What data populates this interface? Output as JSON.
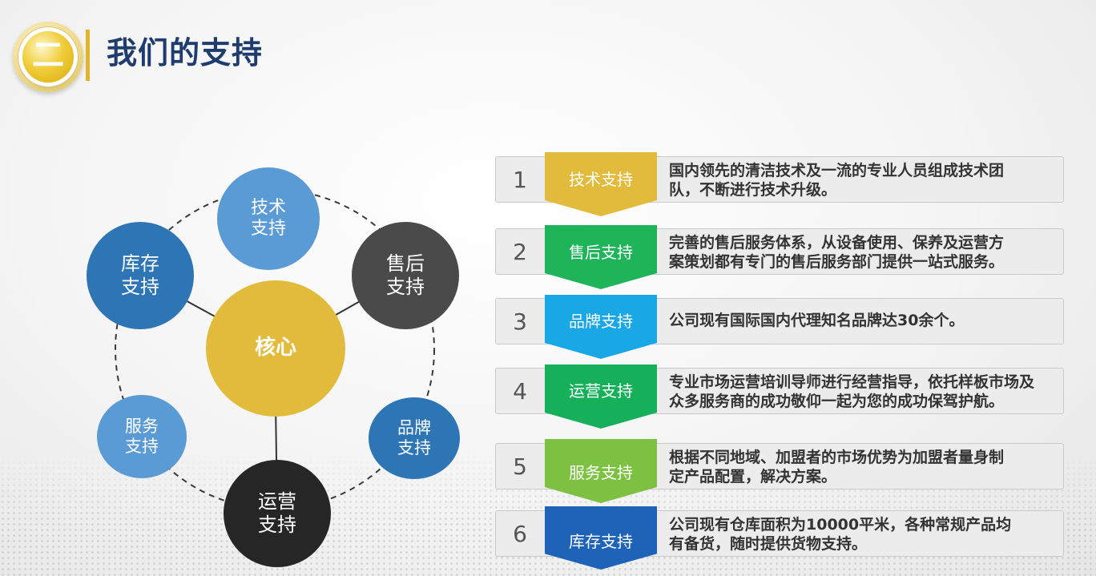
{
  "header": {
    "badge_number": "二",
    "title": "我们的支持"
  },
  "diagram": {
    "center": {
      "label": "核心",
      "color": "#e2bb3c"
    },
    "nodes": [
      {
        "key": "tech",
        "label": "技术\n支持",
        "color": "#5b9bd5"
      },
      {
        "key": "aftersales",
        "label": "售后\n支持",
        "color": "#4a4a4a"
      },
      {
        "key": "brand",
        "label": "品牌\n支持",
        "color": "#2e75b6"
      },
      {
        "key": "operation",
        "label": "运营\n支持",
        "color": "#262626"
      },
      {
        "key": "service",
        "label": "服务\n支持",
        "color": "#5b9bd5"
      },
      {
        "key": "inventory",
        "label": "库存\n支持",
        "color": "#2e75b6"
      }
    ]
  },
  "list": [
    {
      "number": "1",
      "tag": "技术支持",
      "tag_color": "#e2bb3c",
      "desc": "国内领先的清洁技术及一流的专业人员组成技术团\n队，不断进行技术升级。"
    },
    {
      "number": "2",
      "tag": "售后支持",
      "tag_color": "#1fb45a",
      "desc": "完善的售后服务体系，从设备使用、保养及运营方\n案策划都有专门的售后服务部门提供一站式服务。"
    },
    {
      "number": "3",
      "tag": "品牌支持",
      "tag_color": "#1aa7e6",
      "desc": "公司现有国际国内代理知名品牌达30余个。"
    },
    {
      "number": "4",
      "tag": "运营支持",
      "tag_color": "#16b05b",
      "desc": "专业市场运营培训导师进行经营指导，依托样板市场及\n众多服务商的成功敬仰一起为您的成功保驾护航。"
    },
    {
      "number": "5",
      "tag": "服务支持",
      "tag_color": "#7cc142",
      "desc": "根据不同地域、加盟者的市场优势为加盟者量身制\n定产品配置，解决方案。"
    },
    {
      "number": "6",
      "tag": "库存支持",
      "tag_color": "#1e63b8",
      "desc": "公司现有仓库面积为10000平米，各种常规产品均\n有备货，随时提供货物支持。"
    }
  ]
}
